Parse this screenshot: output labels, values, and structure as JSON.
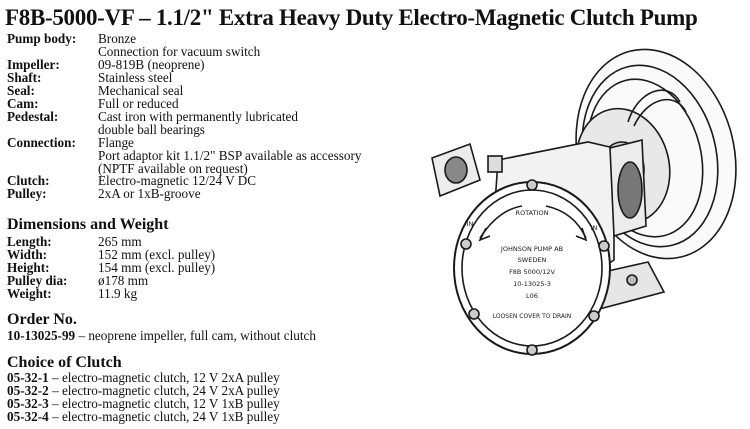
{
  "title": "F8B-5000-VF – 1.1/2\" Extra Heavy Duty Electro-Magnetic Clutch Pump",
  "specs": [
    {
      "label": "Pump body:",
      "values": [
        "Bronze",
        "Connection for vacuum switch"
      ]
    },
    {
      "label": "Impeller:",
      "values": [
        "09-819B (neoprene)"
      ]
    },
    {
      "label": "Shaft:",
      "values": [
        "Stainless steel"
      ]
    },
    {
      "label": "Seal:",
      "values": [
        "Mechanical seal"
      ]
    },
    {
      "label": "Cam:",
      "values": [
        "Full or reduced"
      ]
    },
    {
      "label": "Pedestal:",
      "values": [
        "Cast iron with permanently lubricated",
        "double ball bearings"
      ]
    },
    {
      "label": "Connection:",
      "values": [
        "Flange",
        "Port adaptor kit 1.1/2\" BSP available as accessory",
        "(NPTF available on request)"
      ]
    },
    {
      "label": "Clutch:",
      "values": [
        "Electro-magnetic 12/24  V DC"
      ]
    },
    {
      "label": "Pulley:",
      "values": [
        "2xA or 1xB-groove"
      ]
    }
  ],
  "dimensions": {
    "heading": "Dimensions and Weight",
    "rows": [
      {
        "label": "Length:",
        "value": "265 mm"
      },
      {
        "label": "Width:",
        "value": "152 mm (excl. pulley)"
      },
      {
        "label": "Height:",
        "value": "154 mm (excl. pulley)"
      },
      {
        "label": "Pulley dia:",
        "value": "ø178 mm"
      },
      {
        "label": "Weight:",
        "value": "11.9 kg"
      }
    ]
  },
  "order": {
    "heading": "Order No.",
    "code": "10-13025-99",
    "description": " – neoprene impeller, full cam, without clutch"
  },
  "clutch_choice": {
    "heading": "Choice of Clutch",
    "items": [
      {
        "code": "05-32-1",
        "description": " – electro-magnetic clutch, 12 V 2xA pulley"
      },
      {
        "code": "05-32-2",
        "description": " – electro-magnetic clutch, 24 V 2xA pulley"
      },
      {
        "code": "05-32-3",
        "description": " – electro-magnetic clutch, 12 V 1xB pulley"
      },
      {
        "code": "05-32-4",
        "description": " – electro-magnetic clutch, 24 V 1xB pulley"
      }
    ]
  },
  "pump_plate": {
    "rotation": "ROTATION",
    "in_left": "IN",
    "in_right": "IN",
    "maker": "JOHNSON PUMP AB",
    "country": "SWEDEN",
    "model": "F8B 5000/12V",
    "part": "10-13025-3",
    "rev": "L06",
    "drain": "LOOSEN COVER TO DRAIN"
  },
  "colors": {
    "text": "#111111",
    "background": "#ffffff",
    "line": "#1a1a1a"
  }
}
